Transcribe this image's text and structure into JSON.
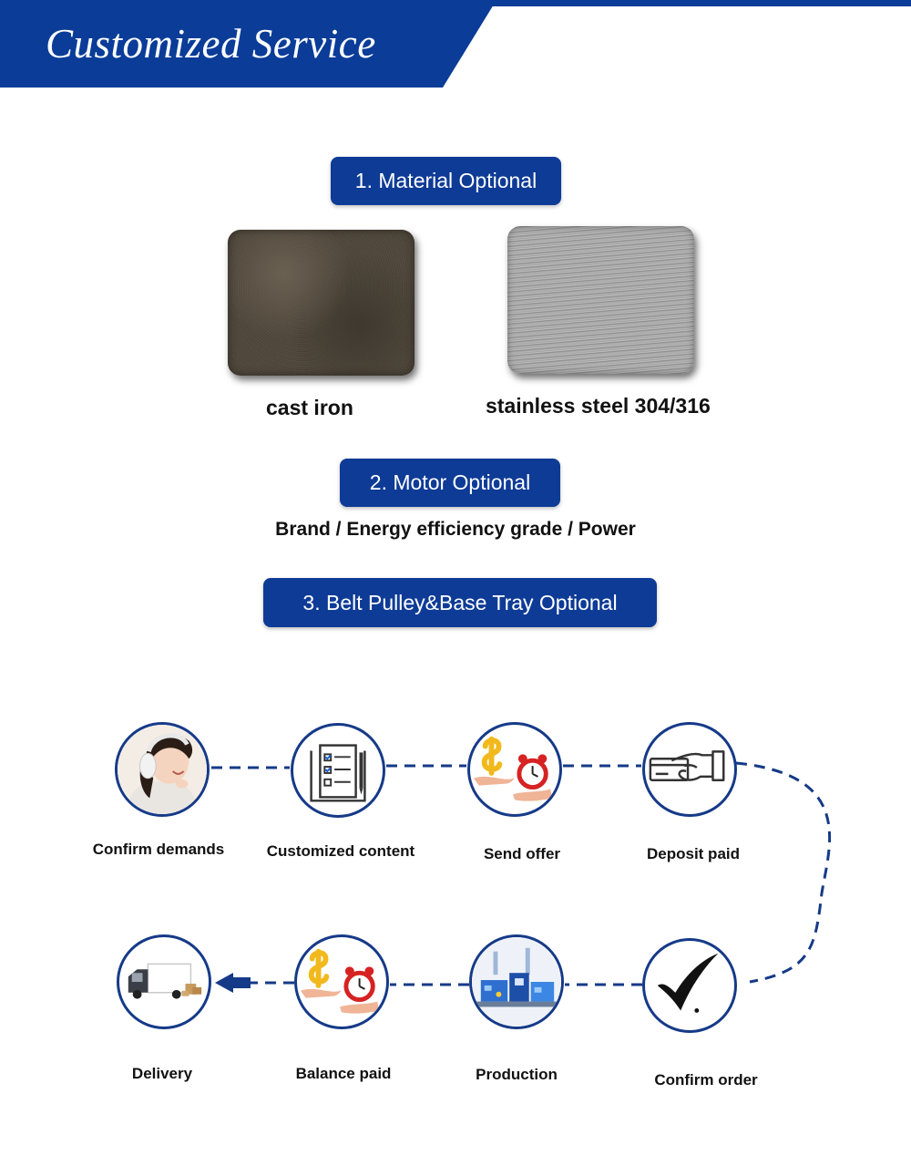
{
  "header": {
    "title": "Customized Service"
  },
  "options": [
    {
      "label": "1. Material Optional"
    },
    {
      "label": "2. Motor Optional"
    },
    {
      "label": "3. Belt Pulley&Base Tray Optional"
    }
  ],
  "materials": [
    {
      "label": "cast iron"
    },
    {
      "label": "stainless steel 304/316"
    }
  ],
  "motor": {
    "detail": "Brand / Energy efficiency grade / Power"
  },
  "process": {
    "steps": [
      {
        "label": "Confirm demands",
        "icon": "customer-service-headset-icon"
      },
      {
        "label": "Customized content",
        "icon": "checklist-document-icon"
      },
      {
        "label": "Send offer",
        "icon": "money-alarm-clock-icon"
      },
      {
        "label": "Deposit paid",
        "icon": "card-payment-hand-icon"
      },
      {
        "label": "Confirm order",
        "icon": "checkmark-icon"
      },
      {
        "label": "Production",
        "icon": "factory-production-icon"
      },
      {
        "label": "Balance  paid",
        "icon": "money-alarm-clock-icon"
      },
      {
        "label": "Delivery",
        "icon": "delivery-truck-icon"
      }
    ]
  },
  "colors": {
    "brand_blue": "#0e3b96",
    "flow_blue": "#163a88"
  }
}
